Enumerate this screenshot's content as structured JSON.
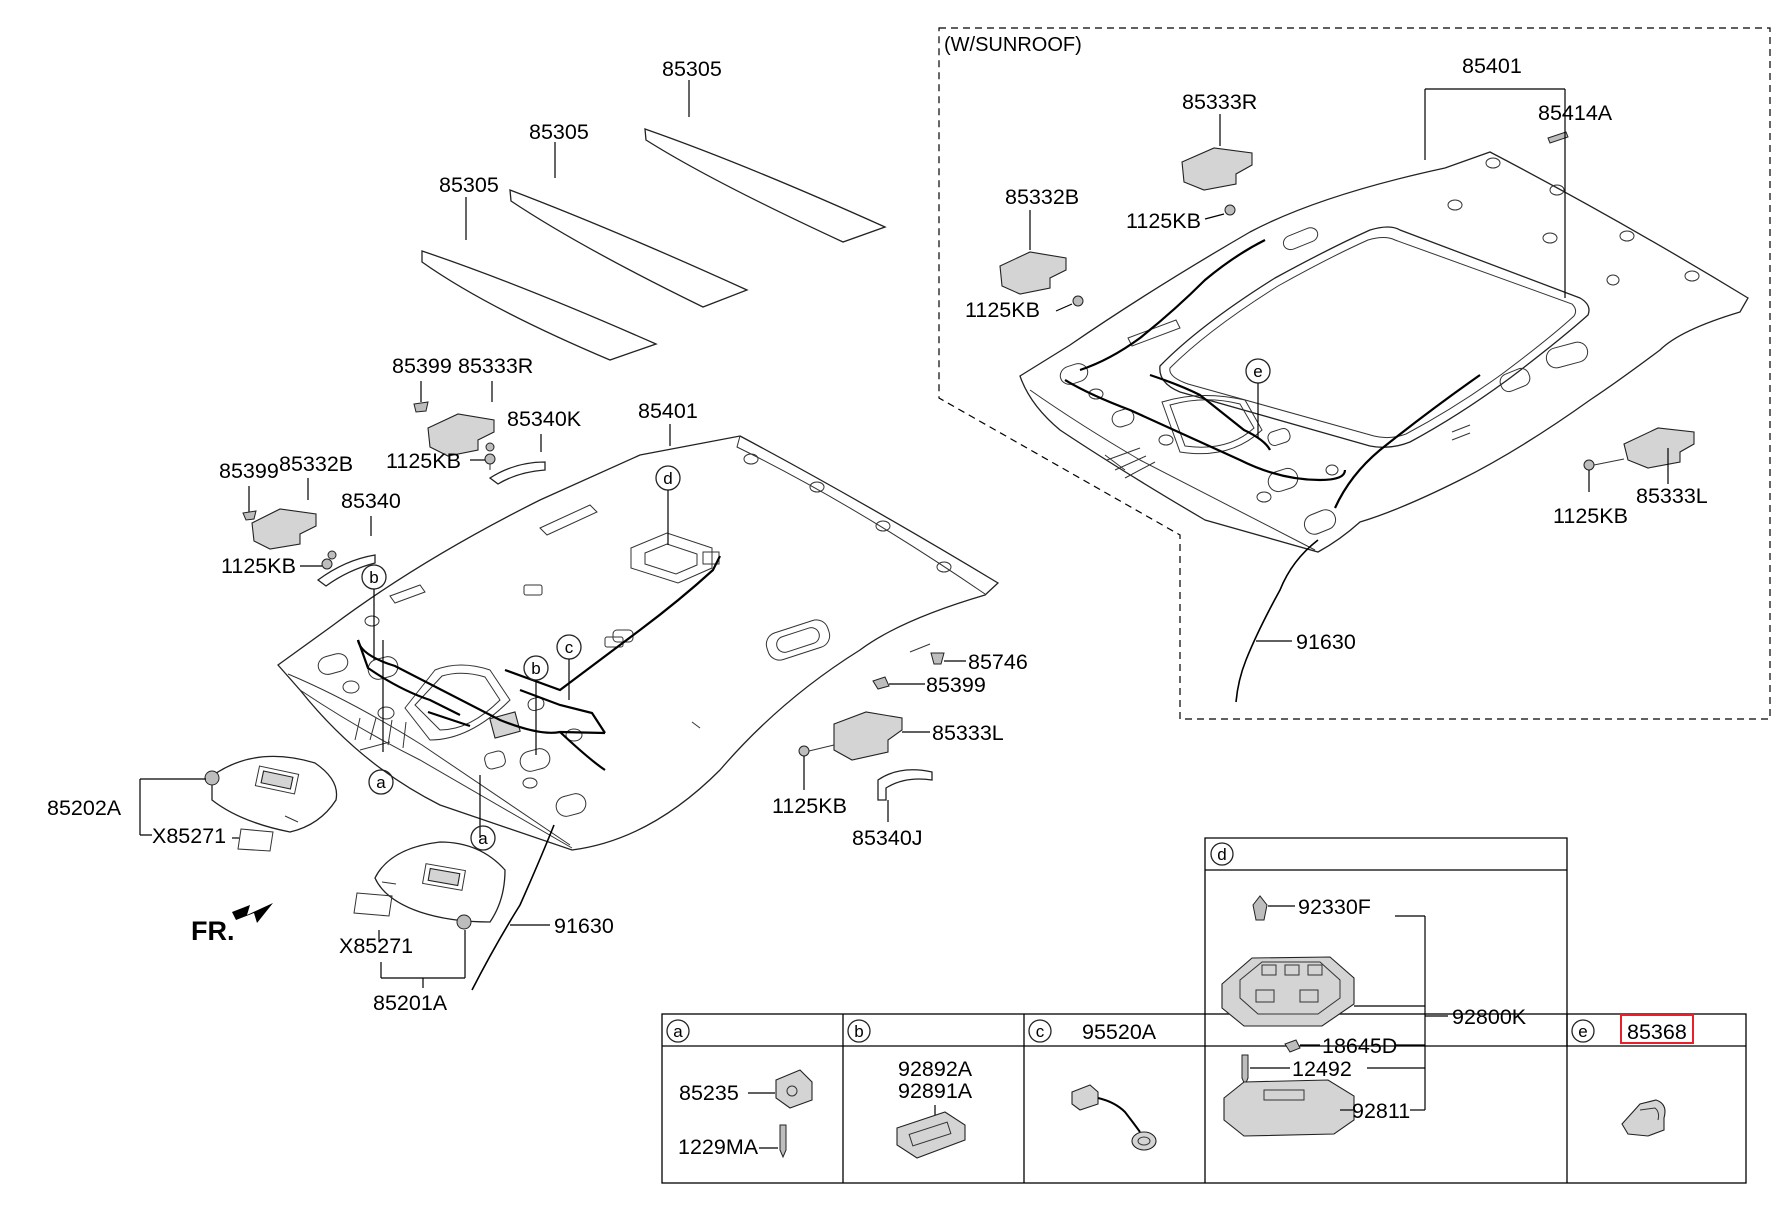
{
  "title": "",
  "sunroof_label": "(W/SUNROOF)",
  "front_label": "FR.",
  "main": {
    "pads": [
      "85305",
      "85305",
      "85305"
    ],
    "headlining": "85401",
    "cable": "91630",
    "clip_85746": "85746",
    "clip_85399_r": "85399",
    "bracket_85333L": "85333L",
    "bolt_1125KB_r": "1125KB",
    "handle_85340J": "85340J",
    "clip_85399_a": "85399",
    "bracket_85333R": "85333R",
    "handle_85340K": "85340K",
    "bolt_1125KB_a": "1125KB",
    "clip_85399_b": "85399",
    "bracket_85332B": "85332B",
    "handle_85340": "85340",
    "bolt_1125KB_b": "1125KB",
    "visor_lh": "85202A",
    "mirror_lh": "X85271",
    "visor_rh": "85201A",
    "mirror_rh": "X85271"
  },
  "sunroof": {
    "headlining": "85401",
    "clip": "85414A",
    "bracket_r": "85333R",
    "bolt_r": "1125KB",
    "bracket_b": "85332B",
    "bolt_b": "1125KB",
    "bracket_l": "85333L",
    "bolt_l": "1125KB",
    "cable": "91630"
  },
  "callouts": {
    "a": "a",
    "b": "b",
    "c": "c",
    "d": "d",
    "e": "e"
  },
  "detail_panels": {
    "a": {
      "letter": "a",
      "parts": [
        "85235",
        "1229MA"
      ]
    },
    "b": {
      "letter": "b",
      "parts": [
        "92892A",
        "92891A"
      ]
    },
    "c": {
      "letter": "c",
      "header": "95520A"
    },
    "d": {
      "letter": "d",
      "parts": [
        "92330F",
        "92800K",
        "18645D",
        "12492",
        "92811"
      ]
    },
    "e": {
      "letter": "e",
      "header": "85368",
      "header_highlight": "#e8202a"
    }
  }
}
